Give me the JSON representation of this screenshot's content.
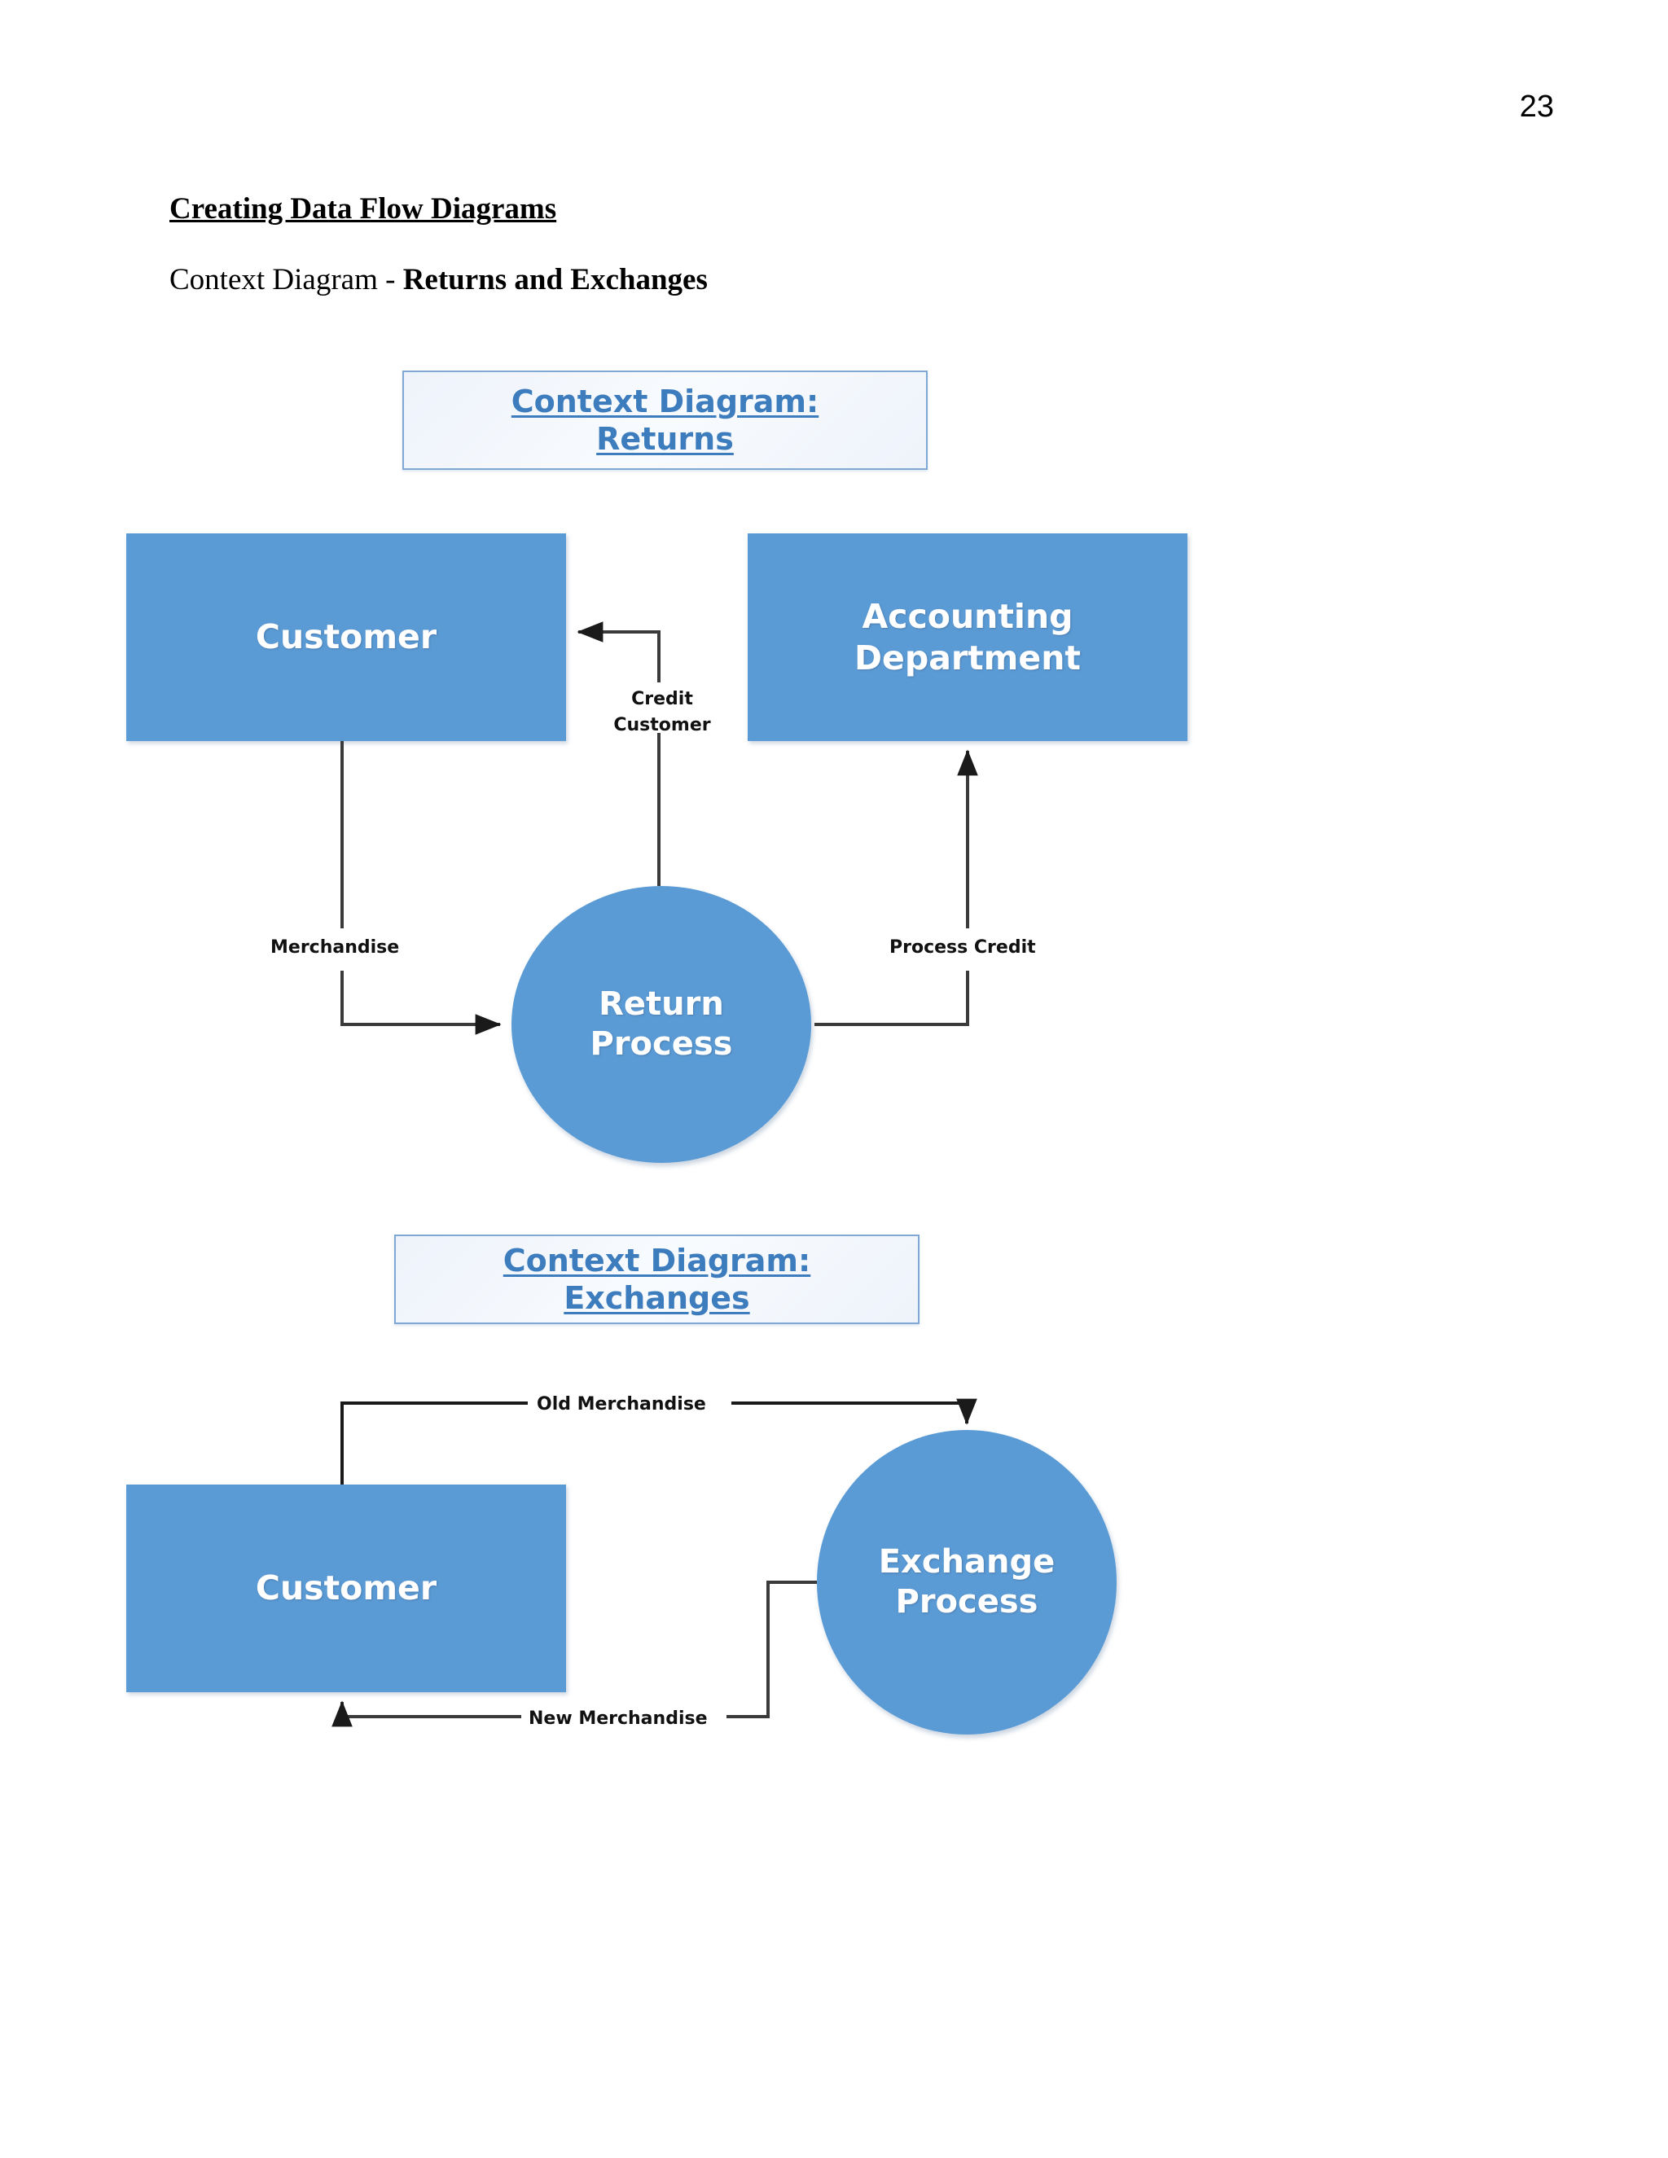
{
  "page": {
    "number": "23",
    "heading": "Creating Data Flow Diagrams",
    "subheading_prefix": "Context Diagram - ",
    "subheading_bold": "Returns and Exchanges"
  },
  "colors": {
    "shape_fill": "#5B9BD5",
    "shape_text": "#FFFFFF",
    "title_text": "#3D7DBE",
    "title_border": "#7FA8D4",
    "title_fill": "#EEF3FB",
    "connector": "#333333"
  },
  "diagrams": [
    {
      "id": "returns",
      "title_line1": "Context Diagram:",
      "title_line2": "Returns",
      "entities": [
        {
          "id": "customer",
          "label": "Customer",
          "shape": "rectangle"
        },
        {
          "id": "accounting-department",
          "label": "Accounting\nDepartment",
          "label_line1": "Accounting",
          "label_line2": "Department",
          "shape": "rectangle"
        }
      ],
      "processes": [
        {
          "id": "return-process",
          "label_line1": "Return",
          "label_line2": "Process",
          "shape": "circle"
        }
      ],
      "flows": [
        {
          "id": "merchandise",
          "label": "Merchandise",
          "from": "customer",
          "to": "return-process"
        },
        {
          "id": "process-credit",
          "label": "Process Credit",
          "from": "return-process",
          "to": "accounting-department"
        },
        {
          "id": "credit-customer",
          "label_line1": "Credit",
          "label_line2": "Customer",
          "label": "Credit Customer",
          "from": "return-process",
          "to": "customer"
        }
      ]
    },
    {
      "id": "exchanges",
      "title_line1": "Context Diagram:",
      "title_line2": "Exchanges",
      "entities": [
        {
          "id": "customer",
          "label": "Customer",
          "shape": "rectangle"
        }
      ],
      "processes": [
        {
          "id": "exchange-process",
          "label_line1": "Exchange",
          "label_line2": "Process",
          "shape": "circle"
        }
      ],
      "flows": [
        {
          "id": "old-merchandise",
          "label": "Old Merchandise",
          "from": "customer",
          "to": "exchange-process"
        },
        {
          "id": "new-merchandise",
          "label": "New Merchandise",
          "from": "exchange-process",
          "to": "customer"
        }
      ]
    }
  ]
}
